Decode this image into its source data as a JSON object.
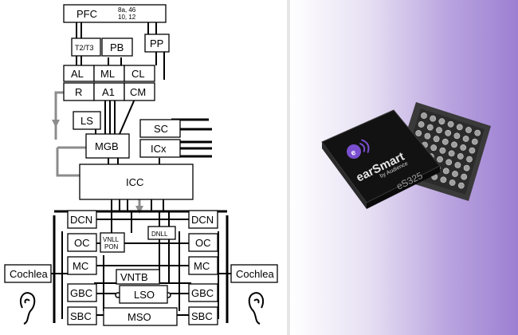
{
  "diagram": {
    "pfc": "PFC",
    "pfc_areas_line1": "8a, 46",
    "pfc_areas_line2": "10, 12",
    "t2t3": "T2/T3",
    "pb": "PB",
    "pp": "PP",
    "al": "AL",
    "ml": "ML",
    "cl": "CL",
    "r": "R",
    "a1": "A1",
    "cm": "CM",
    "ls": "LS",
    "sc": "SC",
    "mgb": "MGB",
    "icx": "ICx",
    "icc": "ICC",
    "dcn_left": "DCN",
    "dcn_right": "DCN",
    "dnll": "DNLL",
    "oc_left": "OC",
    "oc_right": "OC",
    "vnll_line1": "VNLL",
    "vnll_line2": "PON",
    "mc_left": "MC",
    "mc_right": "MC",
    "vntb": "VNTB",
    "cochlea_left": "Cochlea",
    "cochlea_right": "Cochlea",
    "gbc_left": "GBC",
    "gbc_right": "GBC",
    "lso": "LSO",
    "sbc_left": "SBC",
    "sbc_right": "SBC",
    "mso": "MSO"
  },
  "chip": {
    "brand": "earSmart",
    "tagline": "by Audience",
    "model": "eS325"
  },
  "colors": {
    "feedback_arrow": "#8c8c8c",
    "chip_body": "#1c1c1c",
    "panel_accent": "#9c7fd2"
  }
}
